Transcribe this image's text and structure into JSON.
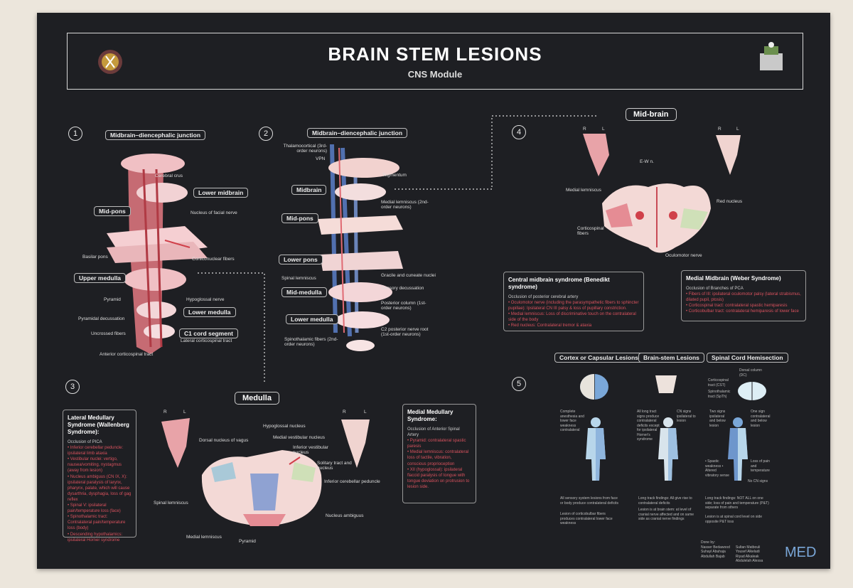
{
  "header": {
    "title": "BRAIN STEM LESIONS",
    "subtitle": "CNS Module"
  },
  "sections": {
    "s1": {
      "number": "1",
      "heading": "Midbrain–diencephalic junction",
      "levels": [
        "Lower midbrain",
        "Mid-pons",
        "Upper medulla",
        "Lower medulla",
        "C1 cord segment"
      ],
      "labels": [
        "Cerebral crus",
        "Nucleus of facial nerve",
        "Basilar pons",
        "Corticonuclear fibers",
        "Pyramid",
        "Hypoglossal nerve",
        "Pyramidal decussation",
        "Uncrossed fibers",
        "Lateral corticospinal tract",
        "Anterior corticospinal tract"
      ]
    },
    "s2": {
      "number": "2",
      "heading": "Midbrain–diencephalic junction",
      "levels": [
        "Midbrain",
        "Mid-pons",
        "Lower pons",
        "Mid-medulla",
        "Lower medulla"
      ],
      "labels": [
        "Thalamocortical (3rd-order neurons)",
        "VPN",
        "Tegmentum",
        "Medial lemniscus (2nd-order neurons)",
        "Spinal lemniscus",
        "Gracile and cuneate nuclei",
        "Sensory decussation",
        "Posterior column (1st-order neurons)",
        "C2 posterior nerve root (1st-order neurons)",
        "Spinothalamic fibers (2nd-order neurons)"
      ]
    },
    "s3": {
      "number": "3",
      "heading": "Medulla",
      "labels": [
        "Dorsal nucleus of vagus",
        "Hypoglossal nucleus",
        "Medial vestibular nucleus",
        "Inferior vestibular nucleus",
        "Solitary tract and nucleus",
        "Inferior cerebellar peduncle",
        "Spinal lemniscus",
        "Nucleus ambiguus",
        "Medial lemniscus",
        "Pyramid"
      ],
      "rl": [
        "R",
        "L"
      ]
    },
    "s4": {
      "number": "4",
      "heading": "Mid-brain",
      "labels": [
        "E-W n.",
        "Medial lemniscus",
        "Red nucleus",
        "Corticospinal fibers",
        "Oculomotor nerve"
      ],
      "rl": [
        "R",
        "L"
      ]
    },
    "s5": {
      "number": "5",
      "headers": [
        "Cortex or Capsular Lesions",
        "Brain-stem Lesions",
        "Spinal Cord Hemisection"
      ],
      "cord_labels": [
        "Dorsal column (DC)",
        "Corticospinal tract (CST)",
        "Spinothalamic tract (SpTh)"
      ],
      "notes": [
        "Complete anesthesia and lower face weakness contralateral",
        "All long tract signs produce contralateral deficits except for ipsilateral Horner's syndrome",
        "CN signs ipsilateral to lesion",
        "Two signs ipsilateral and below lesion",
        "One sign contralateral and below lesion",
        "• Spastic weakness • Altered vibratory sense",
        "Loss of pain and temperature",
        "No CN signs"
      ],
      "footnotes": [
        "All sensory system lesions from face or body produce contralateral deficits",
        "Lesion of corticobulbar fibers produces contralateral lower face weakness",
        "Long track findings: All give rise to contralateral deficits",
        "Lesion is at brain stem: at level of cranial nerve affected and on same side as cranial nerve findings",
        "Long track findings: NOT ALL on one side; loss of pain and temperature (P&T) separate from others",
        "Lesion is at spinal cord level on side opposite P&T loss"
      ]
    }
  },
  "boxes": {
    "lateral": {
      "title": "Lateral Medullary Syndrome (Wallenberg Syndrome):",
      "lines": [
        "Occlusion of PICA",
        "• Inferior cerebellar peduncle: ipsilateral limb ataxia",
        "• Vestibular nuclei: vertigo, nausea/vomiting, nystagmus (away from lesion)",
        "• Nucleus ambiguus (CN IX, X): ipsilateral paralysis of larynx, pharynx, palate, which will cause dysarthria, dysphagia, loss of gag reflex",
        "• Spinal V: ipsilateral pain/temperature loss (face)",
        "• Spinothalamic tract: Contralateral pain/temperature loss (body)",
        "• Descending hypothalamics: ipsilateral Horner syndrome"
      ]
    },
    "medial": {
      "title": "Medial Medullary Syndrome:",
      "lines": [
        "Occlusion of Anterior Spinal Artery",
        "• Pyramid: contralateral spastic paresis",
        "• Medial lemniscus: contralateral loss of tactile, vibration, conscious proprioception",
        "• XII (hypoglossal): ipsilateral flaccid paralysis of tongue with tongue deviation on protrusion to lesion side."
      ]
    },
    "benedikt": {
      "title": "Central midbrain syndrome (Benedikt syndrome)",
      "lines": [
        "Occlusion of posterior cerebral artery",
        "• Oculomotor nerve (including the parasympathetic fibers to sphincter pupillae): Ipsilateral CN III palsy & loss of pupillary constriction.",
        "• Medial lemniscus: Loss of discriminative touch on the contralateral side of the body",
        "• Red nucleus: Contralateral tremor & ataxia"
      ]
    },
    "weber": {
      "title": "Medial Midbrain (Weber Syndrome)",
      "lines": [
        "Occlusion of Branches of PCA",
        "• Fibers of III: ipsilateral oculomotor palsy (lateral strabismus, dilated pupil, ptosis)",
        "• Corticospinal tract: contralateral spastic hemiparesis",
        "• Corticobulbar tract: contralateral hemiparesis of lower face"
      ]
    }
  },
  "credits": {
    "done_by": "Done by:",
    "names": [
      "Nasser Bedawood",
      "Suhayl Abuhaja",
      "Abdullah Bajab",
      "Sultan Matbouli",
      "Yousef Alkeladi",
      "Riyad Alkaleak",
      "Abdulelah Alessa"
    ],
    "logo": "MED"
  },
  "colors": {
    "background": "#1e1f23",
    "pink": "#e8a3a8",
    "red": "#c84a55",
    "blue": "#6e8fd0",
    "green": "#a9c98d",
    "cream": "#f3e1d2"
  }
}
